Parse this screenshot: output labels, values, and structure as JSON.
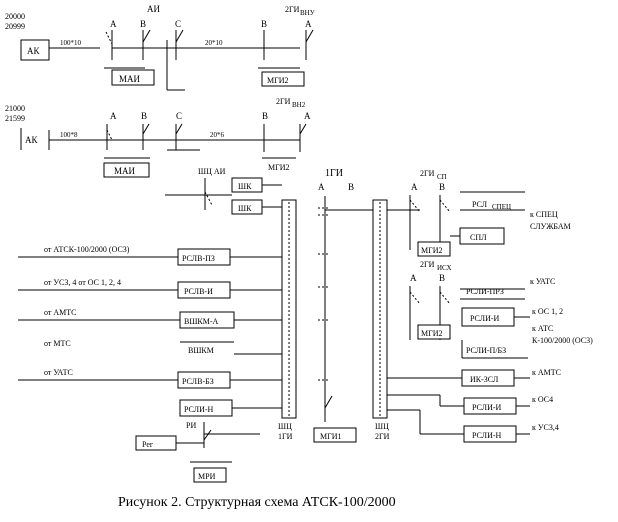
{
  "ranges": {
    "r1_top": "20000",
    "r1_bot": "20999",
    "r2_top": "21000",
    "r2_bot": "21599"
  },
  "units": {
    "ak": "АК",
    "mai": "МАИ",
    "mgi2": "МГИ2",
    "mgi1": "МГИ1",
    "mri": "МРИ",
    "shk": "ШК",
    "spl": "СПЛ",
    "vshkm_a": "ВШКМ-А",
    "vshkm": "ВШКМ",
    "rslv_pz": "РСЛВ-ПЗ",
    "rslv_i": "РСЛВ-И",
    "rslv_bz": "РСЛВ-БЗ",
    "rsli_n": "РСЛИ-Н",
    "rsli_spec": "РСЛ",
    "rsli_spec_sub": "СПЕЦ",
    "rsli_prz": "РСЛИ-ПРЗ",
    "rsli_i": "РСЛИ-И",
    "rsli_pbz": "РСЛИ-П/БЗ",
    "ik_zsl": "ИК-ЗСЛ",
    "reg": "Рег"
  },
  "stages": {
    "a": "А",
    "b": "В",
    "c": "С",
    "ai": "АИ",
    "gi2": "2ГИ",
    "gi2_vnu": "ВНУ",
    "gi2_sub2": "ВН2",
    "gi1": "1ГИ",
    "gi2_sp": "2ГИ",
    "gi2_sp_sub": "СП",
    "gi2_ish": "2ГИ",
    "gi2_ish_sub": "ИСХ",
    "shtsh_ai": "ШЦ АИ",
    "shtsh_1gi": "ШЦ",
    "shtsh_1gi_b": "1ГИ",
    "shtsh_2gi": "ШЦ",
    "shtsh_2gi_b": "2ГИ",
    "ri": "РИ"
  },
  "links": {
    "l1a": "100*10",
    "l1b": "20*10",
    "l2a": "100*8",
    "l2b": "20*6"
  },
  "incoming": {
    "atsk": "от АТСК-100/2000 (ОС3)",
    "us34": "от УС3, 4  от ОС 1, 2, 4",
    "amts": "от АМТС",
    "mts": "от МТС",
    "uatc": "от УАТС"
  },
  "outgoing": {
    "spec": "к СПЕЦ",
    "spec2": "СЛУЖБАМ",
    "uatc": "к УАТС",
    "os12": "к ОС 1, 2",
    "atc": "к АТС",
    "atsk": "К-100/2000 (ОС3)",
    "amts": "к АМТС",
    "os4": "к ОС4",
    "us34": "к УС3,4"
  },
  "caption": "Рисунок 2. Структурная схема АТСК-100/2000"
}
